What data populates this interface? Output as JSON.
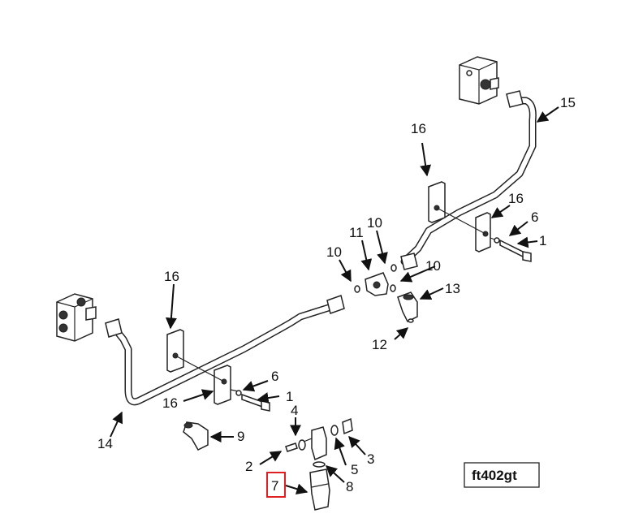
{
  "drawing": {
    "id": "ft402gt",
    "highlighted_callout": "7"
  },
  "callouts": {
    "c1a": "1",
    "c1b": "1",
    "c2": "2",
    "c3": "3",
    "c4": "4",
    "c5": "5",
    "c6a": "6",
    "c6b": "6",
    "c7": "7",
    "c8": "8",
    "c9": "9",
    "c10a": "10",
    "c10b": "10",
    "c10c": "10",
    "c11": "11",
    "c12": "12",
    "c13": "13",
    "c14": "14",
    "c15": "15",
    "c16a": "16",
    "c16b": "16",
    "c16c": "16",
    "c16d": "16"
  }
}
